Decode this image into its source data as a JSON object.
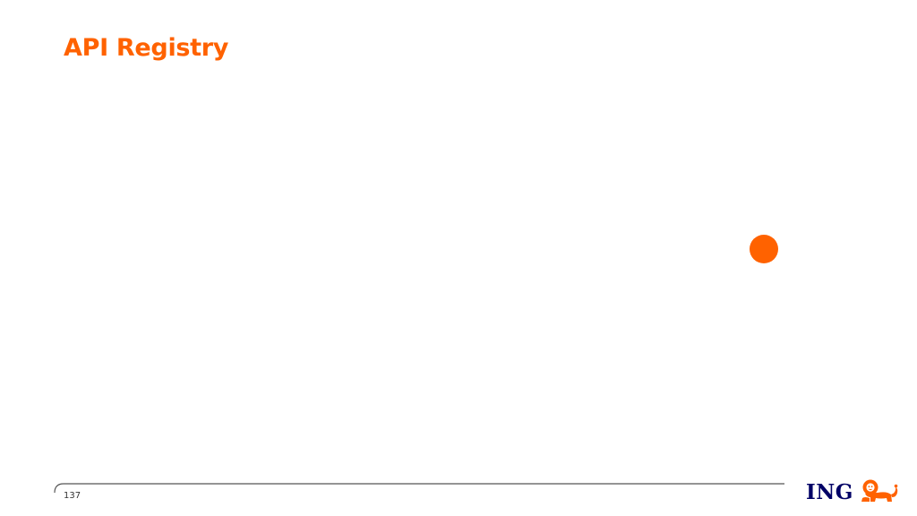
{
  "slide": {
    "title": "API Registry",
    "page_number": "137"
  },
  "brand": {
    "name": "ING",
    "logo_icon": "lion-icon"
  },
  "colors": {
    "accent": "#ff6200",
    "brand_navy": "#000066",
    "footer_line": "#555555",
    "page_number_text": "#333333",
    "background": "#ffffff"
  }
}
